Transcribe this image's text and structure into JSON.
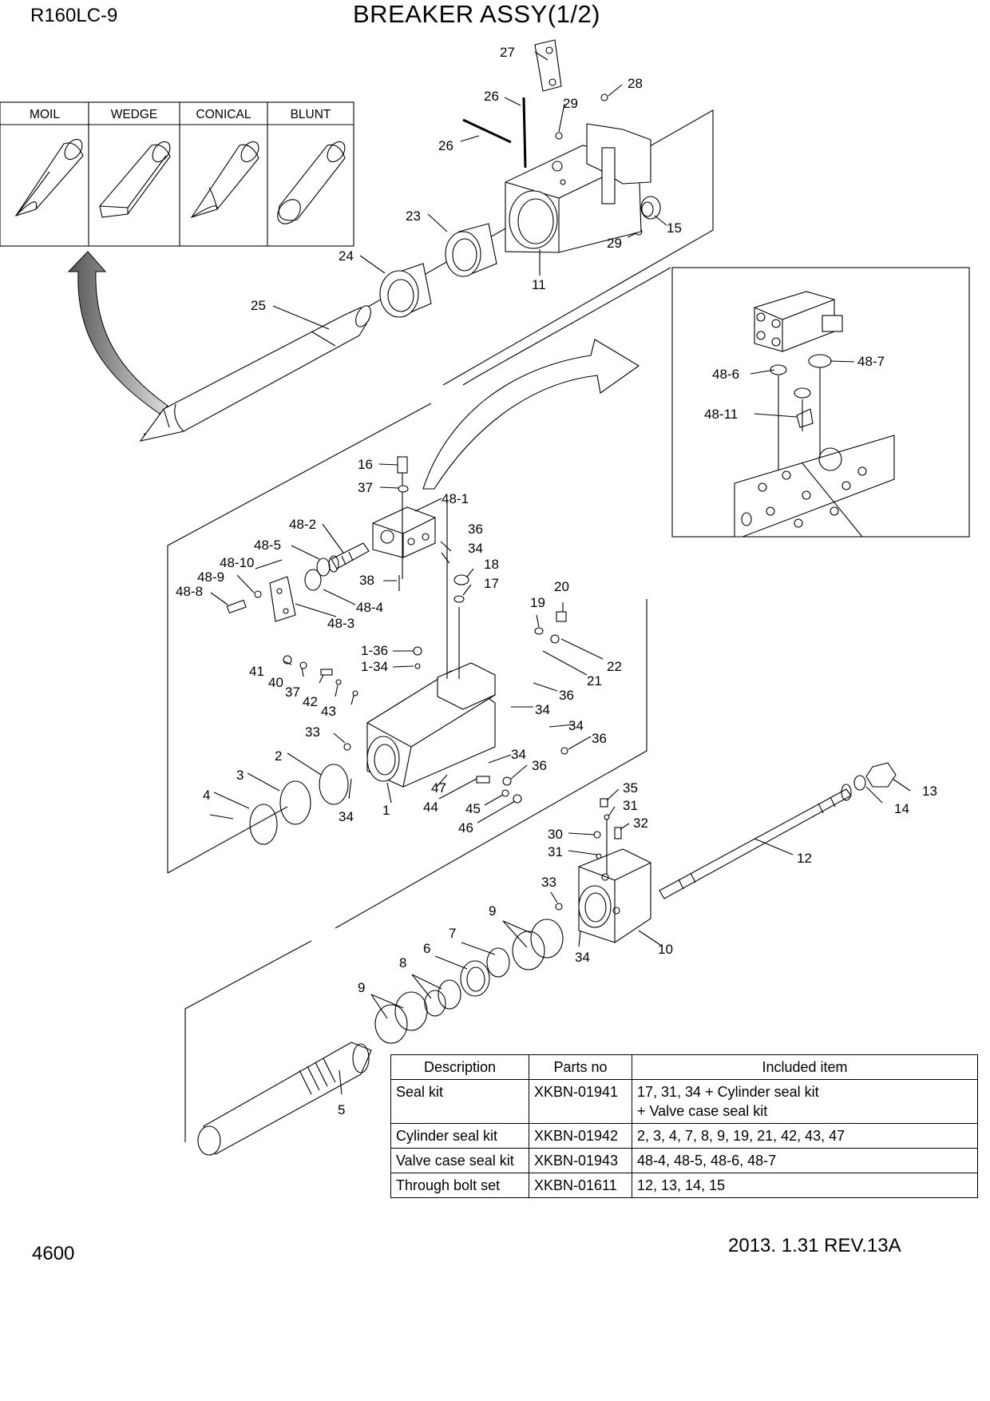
{
  "header": {
    "model": "R160LC-9",
    "title": "BREAKER ASSY(1/2)"
  },
  "footer": {
    "page_number": "4600",
    "revision": "2013. 1.31  REV.13A"
  },
  "tool_types": [
    "MOIL",
    "WEDGE",
    "CONICAL",
    "BLUNT"
  ],
  "part_labels": {
    "p27": "27",
    "p26a": "26",
    "p26b": "26",
    "p28": "28",
    "p29a": "29",
    "p29b": "29",
    "p15": "15",
    "p23": "23",
    "p11": "11",
    "p24": "24",
    "p25": "25",
    "p48_6": "48-6",
    "p48_7": "48-7",
    "p48_11": "48-11",
    "p16": "16",
    "p37a": "37",
    "p48_1": "48-1",
    "p48_2": "48-2",
    "p36a": "36",
    "p34a": "34",
    "p48_5": "48-5",
    "p18": "18",
    "p48_10": "48-10",
    "p17": "17",
    "p48_9": "48-9",
    "p38": "38",
    "p48_8": "48-8",
    "p48_4": "48-4",
    "p48_3": "48-3",
    "p20": "20",
    "p19": "19",
    "p1_36": "1-36",
    "p1_34": "1-34",
    "p22": "22",
    "p41": "41",
    "p21": "21",
    "p40": "40",
    "p37b": "37",
    "p36b": "36",
    "p42": "42",
    "p43": "43",
    "p34b": "34",
    "p34c": "34",
    "p33a": "33",
    "p36c": "36",
    "p2": "2",
    "p34d": "34",
    "p3": "3",
    "p36d": "36",
    "p47": "47",
    "p4": "4",
    "p1": "1",
    "p34e": "34",
    "p44": "44",
    "p45": "45",
    "p46": "46",
    "p35": "35",
    "p13": "13",
    "p14": "14",
    "p31a": "31",
    "p32": "32",
    "p30": "30",
    "p31b": "31",
    "p12": "12",
    "p33b": "33",
    "p9a": "9",
    "p7": "7",
    "p10": "10",
    "p6": "6",
    "p34f": "34",
    "p8": "8",
    "p9b": "9",
    "p5": "5"
  },
  "kit_table": {
    "headers": [
      "Description",
      "Parts no",
      "Included item"
    ],
    "rows": [
      {
        "description": "Seal kit",
        "parts_no": "XKBN-01941",
        "included": "17, 31, 34 + Cylinder seal kit",
        "included2": "+ Valve case seal kit"
      },
      {
        "description": "Cylinder seal kit",
        "parts_no": "XKBN-01942",
        "included": "2, 3, 4, 7, 8, 9, 19, 21, 42, 43, 47"
      },
      {
        "description": "Valve case seal kit",
        "parts_no": "XKBN-01943",
        "included": "48-4, 48-5, 48-6, 48-7"
      },
      {
        "description": "Through bolt set",
        "parts_no": "XKBN-01611",
        "included": "12, 13, 14, 15"
      }
    ]
  }
}
